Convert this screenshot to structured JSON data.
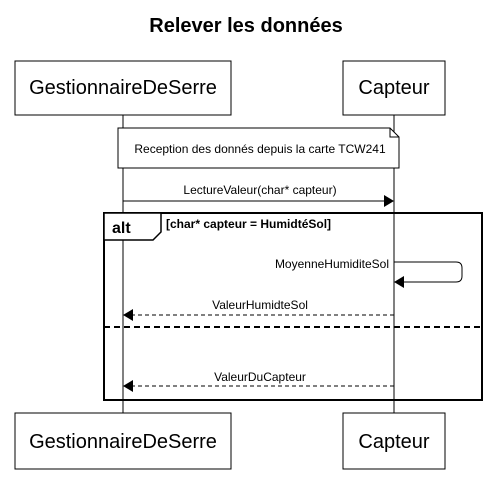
{
  "title": "Relever les données",
  "actors": {
    "left": "GestionnaireDeSerre",
    "right": "Capteur"
  },
  "note": "Reception des donnés depuis la carte TCW241",
  "messages": {
    "lecture": "LectureValeur(char* capteur)",
    "moyenne": "MoyenneHumiditeSol",
    "valeur_humidite": "ValeurHumidteSol",
    "valeur_capteur": "ValeurDuCapteur"
  },
  "alt": {
    "keyword": "alt",
    "guard": "[char* capteur = HumidtéSol]"
  }
}
